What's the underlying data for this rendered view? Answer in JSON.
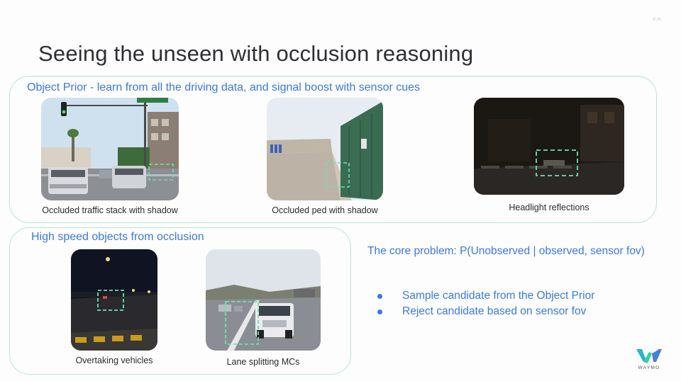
{
  "slide": {
    "corner_mark": "e.m",
    "title": "Seeing the unseen with occlusion reasoning",
    "object_prior": {
      "heading": "Object Prior - learn from all the driving data, and signal boost with sensor cues",
      "examples": [
        {
          "caption": "Occluded traffic stack with shadow",
          "icon": "street-scene-trucks"
        },
        {
          "caption": "Occluded ped with shadow",
          "icon": "alley-container"
        },
        {
          "caption": "Headlight reflections",
          "icon": "night-crosswalk"
        }
      ]
    },
    "high_speed": {
      "heading": "High speed objects from occlusion",
      "examples": [
        {
          "caption": "Overtaking vehicles",
          "icon": "night-road"
        },
        {
          "caption": "Lane splitting MCs",
          "icon": "highway-truck"
        }
      ]
    },
    "core_problem": {
      "text": "The core problem: P(Unobserved | observed, sensor fov)",
      "bullets": [
        "Sample candidate from the Object Prior",
        "Reject candidate based on sensor fov"
      ]
    },
    "logo": {
      "wordmark": "WAYMO"
    },
    "colors": {
      "accent_blue": "#3a78e6",
      "panel_border": "#b9e6cf",
      "detection_box": "#6fe0b0"
    }
  }
}
